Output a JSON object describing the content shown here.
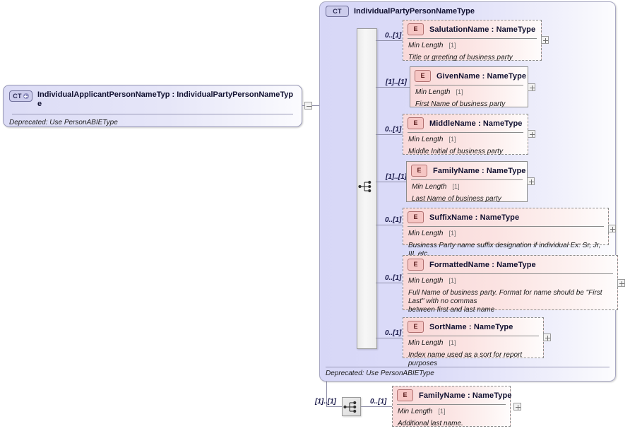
{
  "diagram": {
    "kind": "xsd-schema-diagram",
    "colors": {
      "container_fill": "#d8d8f7",
      "element_fill": "#f9dad9",
      "ct_badge_fill": "#ccccec",
      "e_badge_fill": "#f6c6c4",
      "line": "#8f8fa8",
      "sequence_bar": "#efefef"
    }
  },
  "root": {
    "badge": "CT",
    "badge_expander": "plus-circle-icon",
    "name": "IndividualApplicantPersonNameTyp : IndividualPartyPersonNameType",
    "annotation": "Deprecated: Use PersonABIEType",
    "toggle": "minus-toggle"
  },
  "container": {
    "badge": "CT",
    "name": "IndividualPartyPersonNameType",
    "annotation": "Deprecated: Use PersonABIEType",
    "compositor": "sequence-icon",
    "compositor_cardinality": "[1]..[1]"
  },
  "elements": [
    {
      "badge": "E",
      "name": "SalutationName : NameType",
      "facet_label": "Min Length",
      "facet_value": "[1]",
      "documentation": "Title or greeting of business party",
      "cardinality": "0..[1]",
      "required": false,
      "toggle": "plus-toggle"
    },
    {
      "badge": "E",
      "name": "GivenName : NameType",
      "facet_label": "Min Length",
      "facet_value": "[1]",
      "documentation": "First Name of business party",
      "cardinality": "[1]..[1]",
      "required": true,
      "toggle": "plus-toggle"
    },
    {
      "badge": "E",
      "name": "MiddleName : NameType",
      "facet_label": "Min Length",
      "facet_value": "[1]",
      "documentation": "Middle Initial of business party",
      "cardinality": "0..[1]",
      "required": false,
      "toggle": "plus-toggle"
    },
    {
      "badge": "E",
      "name": "FamilyName : NameType",
      "facet_label": "Min Length",
      "facet_value": "[1]",
      "documentation": "Last Name of business party",
      "cardinality": "[1]..[1]",
      "required": true,
      "toggle": "plus-toggle"
    },
    {
      "badge": "E",
      "name": "SuffixName : NameType",
      "facet_label": "Min Length",
      "facet_value": "[1]",
      "documentation": "Business Party name suffix designation if individual Ex: Sr, Jr, III, etc.",
      "cardinality": "0..[1]",
      "required": false,
      "toggle": "plus-toggle"
    },
    {
      "badge": "E",
      "name": "FormattedName : NameType",
      "facet_label": "Min Length",
      "facet_value": "[1]",
      "documentation": "Full Name of business party. Format for name should be \"First Last\" with no commas\nbetween first and last name",
      "cardinality": "0..[1]",
      "required": false,
      "toggle": "plus-toggle"
    },
    {
      "badge": "E",
      "name": "SortName : NameType",
      "facet_label": "Min Length",
      "facet_value": "[1]",
      "documentation": "Index name used as a sort for report purposes",
      "cardinality": "0..[1]",
      "required": false,
      "toggle": "plus-toggle"
    }
  ],
  "extra_branch": {
    "compositor": "sequence-icon",
    "compositor_cardinality": "[1]..[1]",
    "element": {
      "badge": "E",
      "name": "FamilyName : NameType",
      "facet_label": "Min Length",
      "facet_value": "[1]",
      "documentation": "Additional last name.",
      "cardinality": "0..[1]",
      "required": false,
      "toggle": "plus-toggle"
    }
  }
}
